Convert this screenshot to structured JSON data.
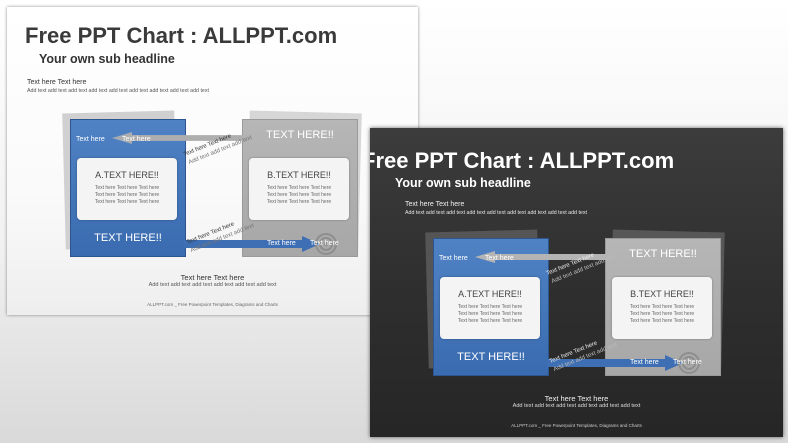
{
  "slide": {
    "title": "Free PPT Chart : ALLPPT.com",
    "subtitle": "Your own sub headline",
    "desc_head": "Text here Text here",
    "desc_body": "Add text add text add text add text add text add text add text add text add text",
    "card_a": {
      "label": "TEXT HERE!!",
      "inner_title": "A.TEXT HERE!!",
      "inner_lines": [
        "Text here Text here Text here",
        "Text here Text here Text here",
        "Text here Text here Text here"
      ]
    },
    "card_b": {
      "label": "TEXT HERE!!",
      "inner_title": "B.TEXT HERE!!",
      "inner_lines": [
        "Text here Text here Text here",
        "Text here Text here Text here",
        "Text here Text here Text here"
      ]
    },
    "arrow_top_labels": [
      "Text here",
      "Text here"
    ],
    "arrow_bottom_labels": [
      "Text here",
      "Text here"
    ],
    "diag_top": "Text here Text here",
    "diag_top_sub": "Add text add text add text",
    "diag_bottom": "Text here Text here",
    "diag_bottom_sub": "Add text add text add text",
    "bottom_head": "Text here Text here",
    "bottom_body": "Add text add text add text add text add text add text",
    "footer": "ALLPPT.com _ Free Powerpoint Templates, Diagrams and Charts"
  },
  "colors": {
    "blue": "#3a6bb0",
    "grey": "#a9a9a9",
    "dark_bg": "#2f2f2f"
  }
}
